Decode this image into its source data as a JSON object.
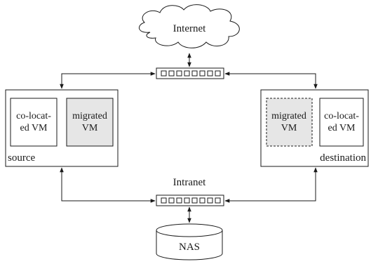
{
  "internet_label": "Internet",
  "intranet_label": "Intranet",
  "nas_label": "NAS",
  "source": {
    "label": "source",
    "colocated_vm": [
      "co-locat-",
      "ed VM"
    ],
    "migrated_vm": [
      "migrated",
      "VM"
    ]
  },
  "destination": {
    "label": "destination",
    "migrated_vm": [
      "migrated",
      "VM"
    ],
    "colocated_vm": [
      "co-locat-",
      "ed VM"
    ]
  },
  "colors": {
    "line": "#1a1a1a",
    "migrated_fill": "#e6e6e6",
    "background": "#ffffff"
  }
}
